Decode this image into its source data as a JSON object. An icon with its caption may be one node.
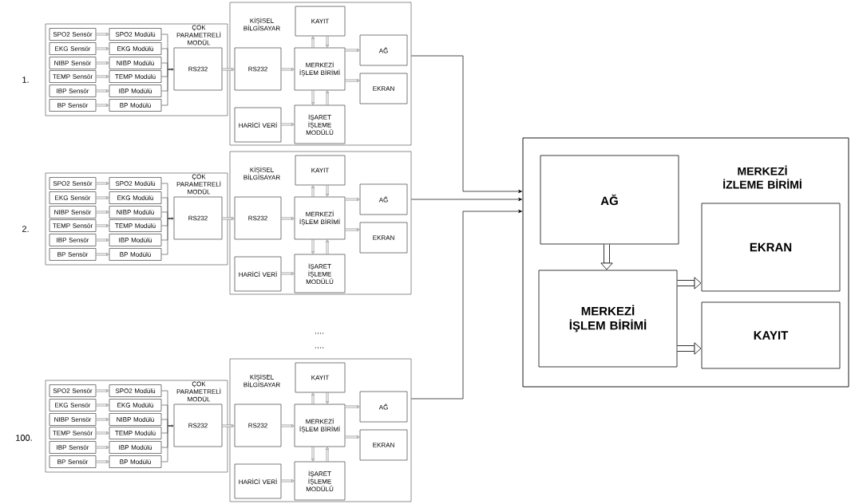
{
  "diagram": {
    "nodes": [
      {
        "text": [
          "ÇOK PARAMETRELİ MODÜL"
        ]
      },
      {
        "text": [
          "SPO2 Sensör"
        ],
        "in": 0
      },
      {
        "text": [
          "SPO2 Modülü"
        ],
        "in": 0
      },
      {
        "text": [
          "EKG Sensör"
        ],
        "in": 0
      },
      {
        "text": [
          "EKG Modülü"
        ],
        "in": 0
      },
      {
        "text": [
          "NIBP Sensör"
        ],
        "in": 0
      },
      {
        "text": [
          "NIBP Modülü"
        ],
        "in": 0
      },
      {
        "text": [
          "TEMP Sensör"
        ],
        "in": 0
      },
      {
        "text": [
          "TEMP Modülü"
        ],
        "in": 0
      },
      {
        "text": [
          "IBP Sensör"
        ],
        "in": 0
      },
      {
        "text": [
          "IBP Modülü"
        ],
        "in": 0
      },
      {
        "text": [
          "BP Sensör"
        ],
        "in": 0
      },
      {
        "text": [
          "BP Modülü"
        ],
        "in": 0
      },
      {
        "text": [
          "RS232"
        ],
        "in": 0
      },
      {
        "text": [
          "KİŞİSEL BİLGİSAYAR"
        ]
      },
      {
        "text": [
          "RS232"
        ],
        "in": 14
      },
      {
        "text": [
          "KAYIT"
        ],
        "in": 14
      },
      {
        "text": [
          "MERKEZİ İŞLEM BİRİMİ"
        ],
        "in": 14
      },
      {
        "text": [
          "AĞ"
        ],
        "in": 14
      },
      {
        "text": [
          "EKRAN"
        ],
        "in": 14
      },
      {
        "text": [
          "HARİCİ VERİ"
        ],
        "in": 14
      },
      {
        "text": [
          "İŞARET İŞLEME MODÜLÜ"
        ],
        "in": 14
      },
      {
        "text": [
          "ÇOK PARAMETRELİ MODÜL"
        ]
      },
      {
        "text": [
          "SPO2 Sensör"
        ],
        "in": 22
      },
      {
        "text": [
          "SPO2 Modülü"
        ],
        "in": 22
      },
      {
        "text": [
          "EKG Sensör"
        ],
        "in": 22
      },
      {
        "text": [
          "EKG Modülü"
        ],
        "in": 22
      },
      {
        "text": [
          "NIBP Sensör"
        ],
        "in": 22
      },
      {
        "text": [
          "NIBP Modülü"
        ],
        "in": 22
      },
      {
        "text": [
          "TEMP Sensör"
        ],
        "in": 22
      },
      {
        "text": [
          "TEMP Modülü"
        ],
        "in": 22
      },
      {
        "text": [
          "IBP Sensör"
        ],
        "in": 22
      },
      {
        "text": [
          "IBP Modülü"
        ],
        "in": 22
      },
      {
        "text": [
          "BP Sensör"
        ],
        "in": 22
      },
      {
        "text": [
          "BP Modülü"
        ],
        "in": 22
      },
      {
        "text": [
          "RS232"
        ],
        "in": 22
      },
      {
        "text": [
          "KİŞİSEL BİLGİSAYAR"
        ]
      },
      {
        "text": [
          "RS232"
        ],
        "in": 36
      },
      {
        "text": [
          "KAYIT"
        ],
        "in": 36
      },
      {
        "text": [
          "MERKEZİ İŞLEM BİRİMİ"
        ],
        "in": 36
      },
      {
        "text": [
          "AĞ"
        ],
        "in": 36
      },
      {
        "text": [
          "EKRAN"
        ],
        "in": 36
      },
      {
        "text": [
          "HARİCİ VERİ"
        ],
        "in": 36
      },
      {
        "text": [
          "İŞARET İŞLEME MODÜLÜ"
        ],
        "in": 36
      },
      {
        "text": [
          "ÇOK PARAMETRELİ MODÜL"
        ]
      },
      {
        "text": [
          "SPO2 Sensör"
        ],
        "in": 44
      },
      {
        "text": [
          "SPO2 Modülü"
        ],
        "in": 44
      },
      {
        "text": [
          "EKG Sensör"
        ],
        "in": 44
      },
      {
        "text": [
          "EKG Modülü"
        ],
        "in": 44
      },
      {
        "text": [
          "NIBP Sensör"
        ],
        "in": 44
      },
      {
        "text": [
          "NIBP Modülü"
        ],
        "in": 44
      },
      {
        "text": [
          "TEMP Sensör"
        ],
        "in": 44
      },
      {
        "text": [
          "TEMP Modülü"
        ],
        "in": 44
      },
      {
        "text": [
          "IBP Sensör"
        ],
        "in": 44
      },
      {
        "text": [
          "IBP Modülü"
        ],
        "in": 44
      },
      {
        "text": [
          "BP Sensör"
        ],
        "in": 44
      },
      {
        "text": [
          "BP Modülü"
        ],
        "in": 44
      },
      {
        "text": [
          "RS232"
        ],
        "in": 44
      },
      {
        "text": [
          "KİŞİSEL BİLGİSAYAR"
        ]
      },
      {
        "text": [
          "RS232"
        ],
        "in": 58
      },
      {
        "text": [
          "KAYIT"
        ],
        "in": 58
      },
      {
        "text": [
          "MERKEZİ İŞLEM BİRİMİ"
        ],
        "in": 58
      },
      {
        "text": [
          "AĞ"
        ],
        "in": 58
      },
      {
        "text": [
          "EKRAN"
        ],
        "in": 58
      },
      {
        "text": [
          "HARİCİ VERİ"
        ],
        "in": 58
      },
      {
        "text": [
          "İŞARET İŞLEME MODÜLÜ"
        ],
        "in": 58
      },
      {
        "text": [
          "MERKEZİ İZLEME BİRİMİ"
        ]
      },
      {
        "text": [
          "AĞ"
        ],
        "in": 66
      },
      {
        "text": [
          "EKRAN"
        ],
        "in": 66
      },
      {
        "text": [
          "MERKEZİ İŞLEM BİRİMİ"
        ],
        "in": 66
      },
      {
        "text": [
          "KAYIT"
        ],
        "in": 66
      }
    ],
    "edges": [
      {
        "from": 1,
        "to": 2,
        "arrow": "to"
      },
      {
        "from": 3,
        "to": 4,
        "arrow": "to"
      },
      {
        "from": 5,
        "to": 6,
        "arrow": "to"
      },
      {
        "from": 7,
        "to": 8,
        "arrow": "to"
      },
      {
        "from": 9,
        "to": 10,
        "arrow": "to"
      },
      {
        "from": 11,
        "to": 12,
        "arrow": "to"
      },
      {
        "from": 2,
        "to": 13,
        "arrow": "to"
      },
      {
        "from": 4,
        "to": 13,
        "arrow": "to"
      },
      {
        "from": 6,
        "to": 13,
        "arrow": "to"
      },
      {
        "from": 8,
        "to": 13,
        "arrow": "to"
      },
      {
        "from": 10,
        "to": 13,
        "arrow": "to"
      },
      {
        "from": 12,
        "to": 13,
        "arrow": "to"
      },
      {
        "from": 13,
        "to": 15,
        "arrow": "to"
      },
      {
        "from": 15,
        "to": 17,
        "arrow": "to"
      },
      {
        "from": 17,
        "to": 16,
        "arrow": "to"
      },
      {
        "from": 16,
        "to": 17,
        "arrow": "to"
      },
      {
        "from": 17,
        "to": 18,
        "arrow": "to"
      },
      {
        "from": 17,
        "to": 19,
        "arrow": "to"
      },
      {
        "from": 17,
        "to": 21,
        "arrow": "to"
      },
      {
        "from": 21,
        "to": 17,
        "arrow": "to"
      },
      {
        "from": 20,
        "to": 21,
        "arrow": "to"
      },
      {
        "from": 14,
        "to": 66,
        "arrow": "to"
      },
      {
        "from": 23,
        "to": 24,
        "arrow": "to"
      },
      {
        "from": 25,
        "to": 26,
        "arrow": "to"
      },
      {
        "from": 27,
        "to": 28,
        "arrow": "to"
      },
      {
        "from": 29,
        "to": 30,
        "arrow": "to"
      },
      {
        "from": 31,
        "to": 32,
        "arrow": "to"
      },
      {
        "from": 33,
        "to": 34,
        "arrow": "to"
      },
      {
        "from": 24,
        "to": 35,
        "arrow": "to"
      },
      {
        "from": 26,
        "to": 35,
        "arrow": "to"
      },
      {
        "from": 28,
        "to": 35,
        "arrow": "to"
      },
      {
        "from": 30,
        "to": 35,
        "arrow": "to"
      },
      {
        "from": 32,
        "to": 35,
        "arrow": "to"
      },
      {
        "from": 34,
        "to": 35,
        "arrow": "to"
      },
      {
        "from": 35,
        "to": 37,
        "arrow": "to"
      },
      {
        "from": 37,
        "to": 39,
        "arrow": "to"
      },
      {
        "from": 39,
        "to": 38,
        "arrow": "to"
      },
      {
        "from": 38,
        "to": 39,
        "arrow": "to"
      },
      {
        "from": 39,
        "to": 40,
        "arrow": "to"
      },
      {
        "from": 39,
        "to": 41,
        "arrow": "to"
      },
      {
        "from": 39,
        "to": 43,
        "arrow": "to"
      },
      {
        "from": 43,
        "to": 39,
        "arrow": "to"
      },
      {
        "from": 42,
        "to": 43,
        "arrow": "to"
      },
      {
        "from": 36,
        "to": 66,
        "arrow": "to"
      },
      {
        "from": 45,
        "to": 46,
        "arrow": "to"
      },
      {
        "from": 47,
        "to": 48,
        "arrow": "to"
      },
      {
        "from": 49,
        "to": 50,
        "arrow": "to"
      },
      {
        "from": 51,
        "to": 52,
        "arrow": "to"
      },
      {
        "from": 53,
        "to": 54,
        "arrow": "to"
      },
      {
        "from": 55,
        "to": 56,
        "arrow": "to"
      },
      {
        "from": 46,
        "to": 57,
        "arrow": "to"
      },
      {
        "from": 48,
        "to": 57,
        "arrow": "to"
      },
      {
        "from": 50,
        "to": 57,
        "arrow": "to"
      },
      {
        "from": 52,
        "to": 57,
        "arrow": "to"
      },
      {
        "from": 54,
        "to": 57,
        "arrow": "to"
      },
      {
        "from": 56,
        "to": 57,
        "arrow": "to"
      },
      {
        "from": 57,
        "to": 59,
        "arrow": "to"
      },
      {
        "from": 59,
        "to": 61,
        "arrow": "to"
      },
      {
        "from": 61,
        "to": 60,
        "arrow": "to"
      },
      {
        "from": 60,
        "to": 61,
        "arrow": "to"
      },
      {
        "from": 61,
        "to": 62,
        "arrow": "to"
      },
      {
        "from": 61,
        "to": 63,
        "arrow": "to"
      },
      {
        "from": 61,
        "to": 65,
        "arrow": "to"
      },
      {
        "from": 65,
        "to": 61,
        "arrow": "to"
      },
      {
        "from": 64,
        "to": 65,
        "arrow": "to"
      },
      {
        "from": 58,
        "to": 66,
        "arrow": "to"
      },
      {
        "from": 67,
        "to": 69,
        "arrow": "to",
        "style": "thick"
      },
      {
        "from": 69,
        "to": 68,
        "arrow": "to",
        "style": "thick"
      },
      {
        "from": 69,
        "to": 70,
        "arrow": "to",
        "style": "thick"
      }
    ],
    "labels": [
      "1.",
      "2.",
      "....",
      "....",
      "100."
    ]
  }
}
